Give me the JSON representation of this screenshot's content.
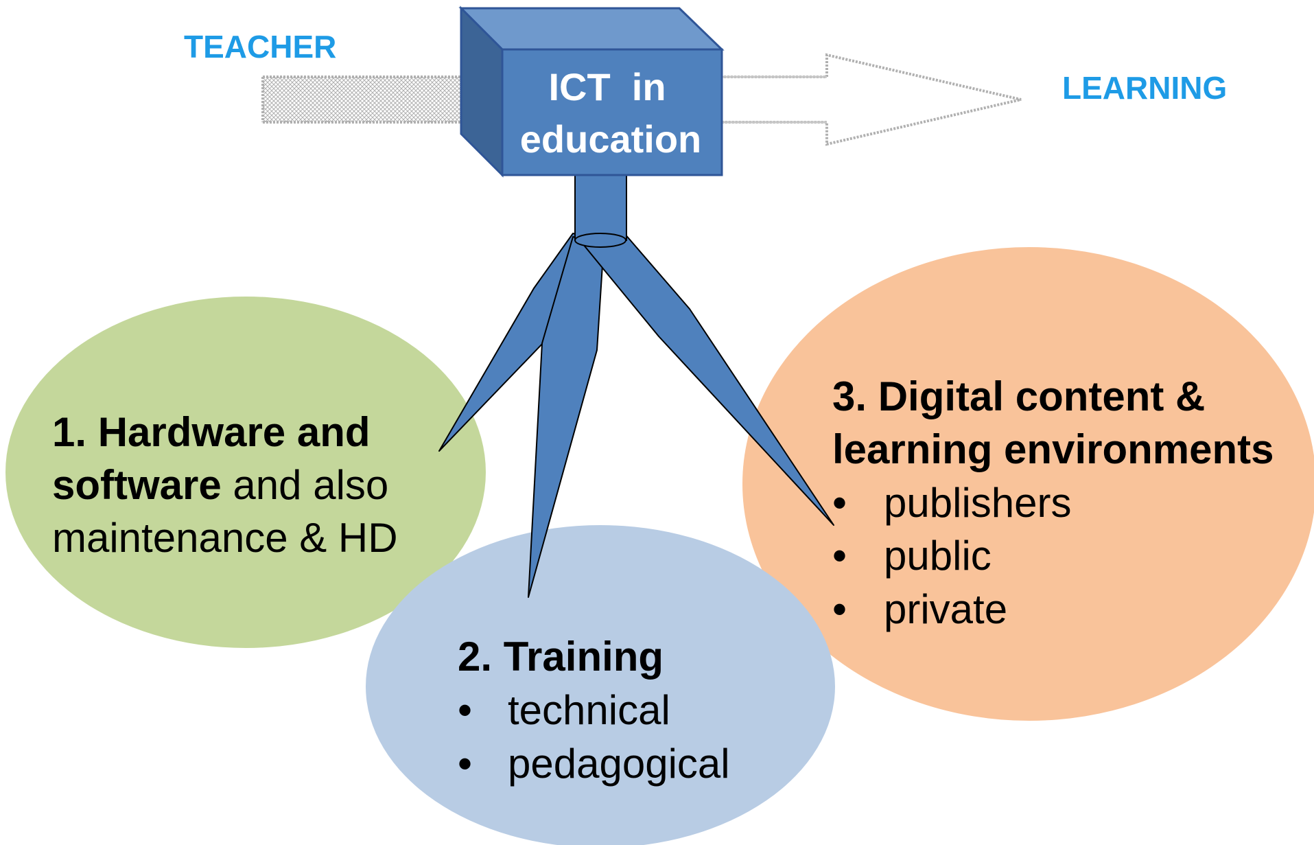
{
  "labels": {
    "teacher": "TEACHER",
    "learning": "LEARNING"
  },
  "cube": {
    "line1": "ICT  in",
    "line2": "education"
  },
  "hardware": {
    "title": "1. Hardware and",
    "line2_bold": "software",
    "line2_rest": " and also",
    "line3": "maintenance & HD"
  },
  "training": {
    "title": "2. Training",
    "items": [
      "technical",
      "pedagogical"
    ]
  },
  "content": {
    "title_line1": "3. Digital content &",
    "title_line2": "learning environments",
    "items": [
      "publishers",
      "public",
      "private"
    ]
  },
  "bullet": "•",
  "colors": {
    "label_blue": "#1e9be6",
    "cube_front": "#4f81bd",
    "cube_top": "#6f99cc",
    "cube_side": "#3c6496",
    "cube_stroke": "#2f5597",
    "green_ellipse": "#c4d79b",
    "blue_ellipse": "#b8cce4",
    "orange_ellipse": "#f9c39a",
    "leg_fill": "#4f81bd"
  }
}
